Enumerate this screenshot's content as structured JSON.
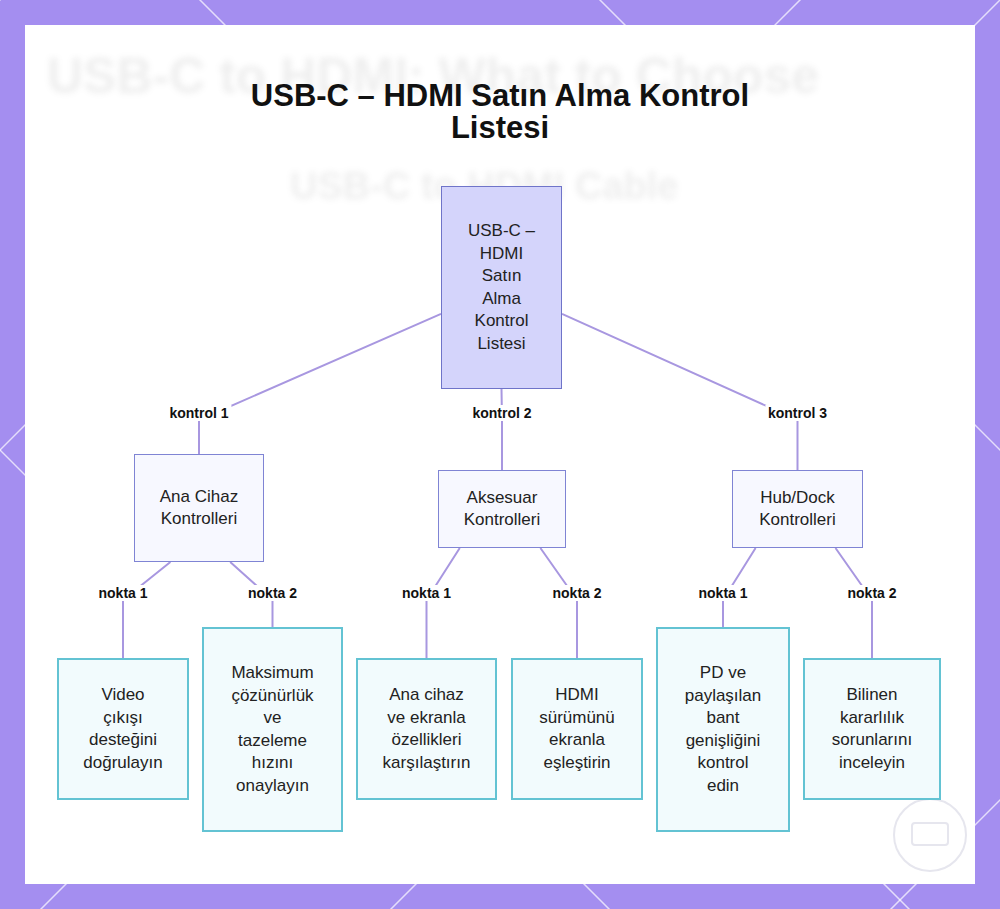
{
  "diagram": {
    "title": "USB-C – HDMI Satın Alma Kontrol Listesi",
    "nodes": [
      {
        "text": [
          "USB-C – HDMI Satın Alma Kontrol Listesi"
        ]
      },
      {
        "text": [
          "Ana Cihaz Kontrolleri"
        ]
      },
      {
        "text": [
          "Aksesuar Kontrolleri"
        ]
      },
      {
        "text": [
          "Hub/Dock Kontrolleri"
        ]
      },
      {
        "text": [
          "Video çıkışı desteğini doğrulayın"
        ]
      },
      {
        "text": [
          "Maksimum çözünürlük ve tazeleme hızını onaylayın"
        ]
      },
      {
        "text": [
          "Ana cihaz ve ekranla özellikleri karşılaştırın"
        ]
      },
      {
        "text": [
          "HDMI sürümünü ekranla eşleştirin"
        ]
      },
      {
        "text": [
          "PD ve paylaşılan bant genişliğini kontrol edin"
        ]
      },
      {
        "text": [
          "Bilinen kararlılık sorunlarını inceleyin"
        ]
      }
    ],
    "edges": [
      {
        "from": 0,
        "to": 1,
        "label": "kontrol 1",
        "arrow": "none"
      },
      {
        "from": 0,
        "to": 2,
        "label": "kontrol 2",
        "arrow": "none"
      },
      {
        "from": 0,
        "to": 3,
        "label": "kontrol 3",
        "arrow": "none"
      },
      {
        "from": 1,
        "to": 4,
        "label": "nokta 1",
        "arrow": "none"
      },
      {
        "from": 1,
        "to": 5,
        "label": "nokta 2",
        "arrow": "none"
      },
      {
        "from": 2,
        "to": 6,
        "label": "nokta 1",
        "arrow": "none"
      },
      {
        "from": 2,
        "to": 7,
        "label": "nokta 2",
        "arrow": "none"
      },
      {
        "from": 3,
        "to": 8,
        "label": "nokta 1",
        "arrow": "none"
      },
      {
        "from": 3,
        "to": 9,
        "label": "nokta 2",
        "arrow": "none"
      }
    ],
    "labels": [
      "USB-C to HDMI: What to Choose",
      "USB-C to HDMI Cable"
    ]
  }
}
